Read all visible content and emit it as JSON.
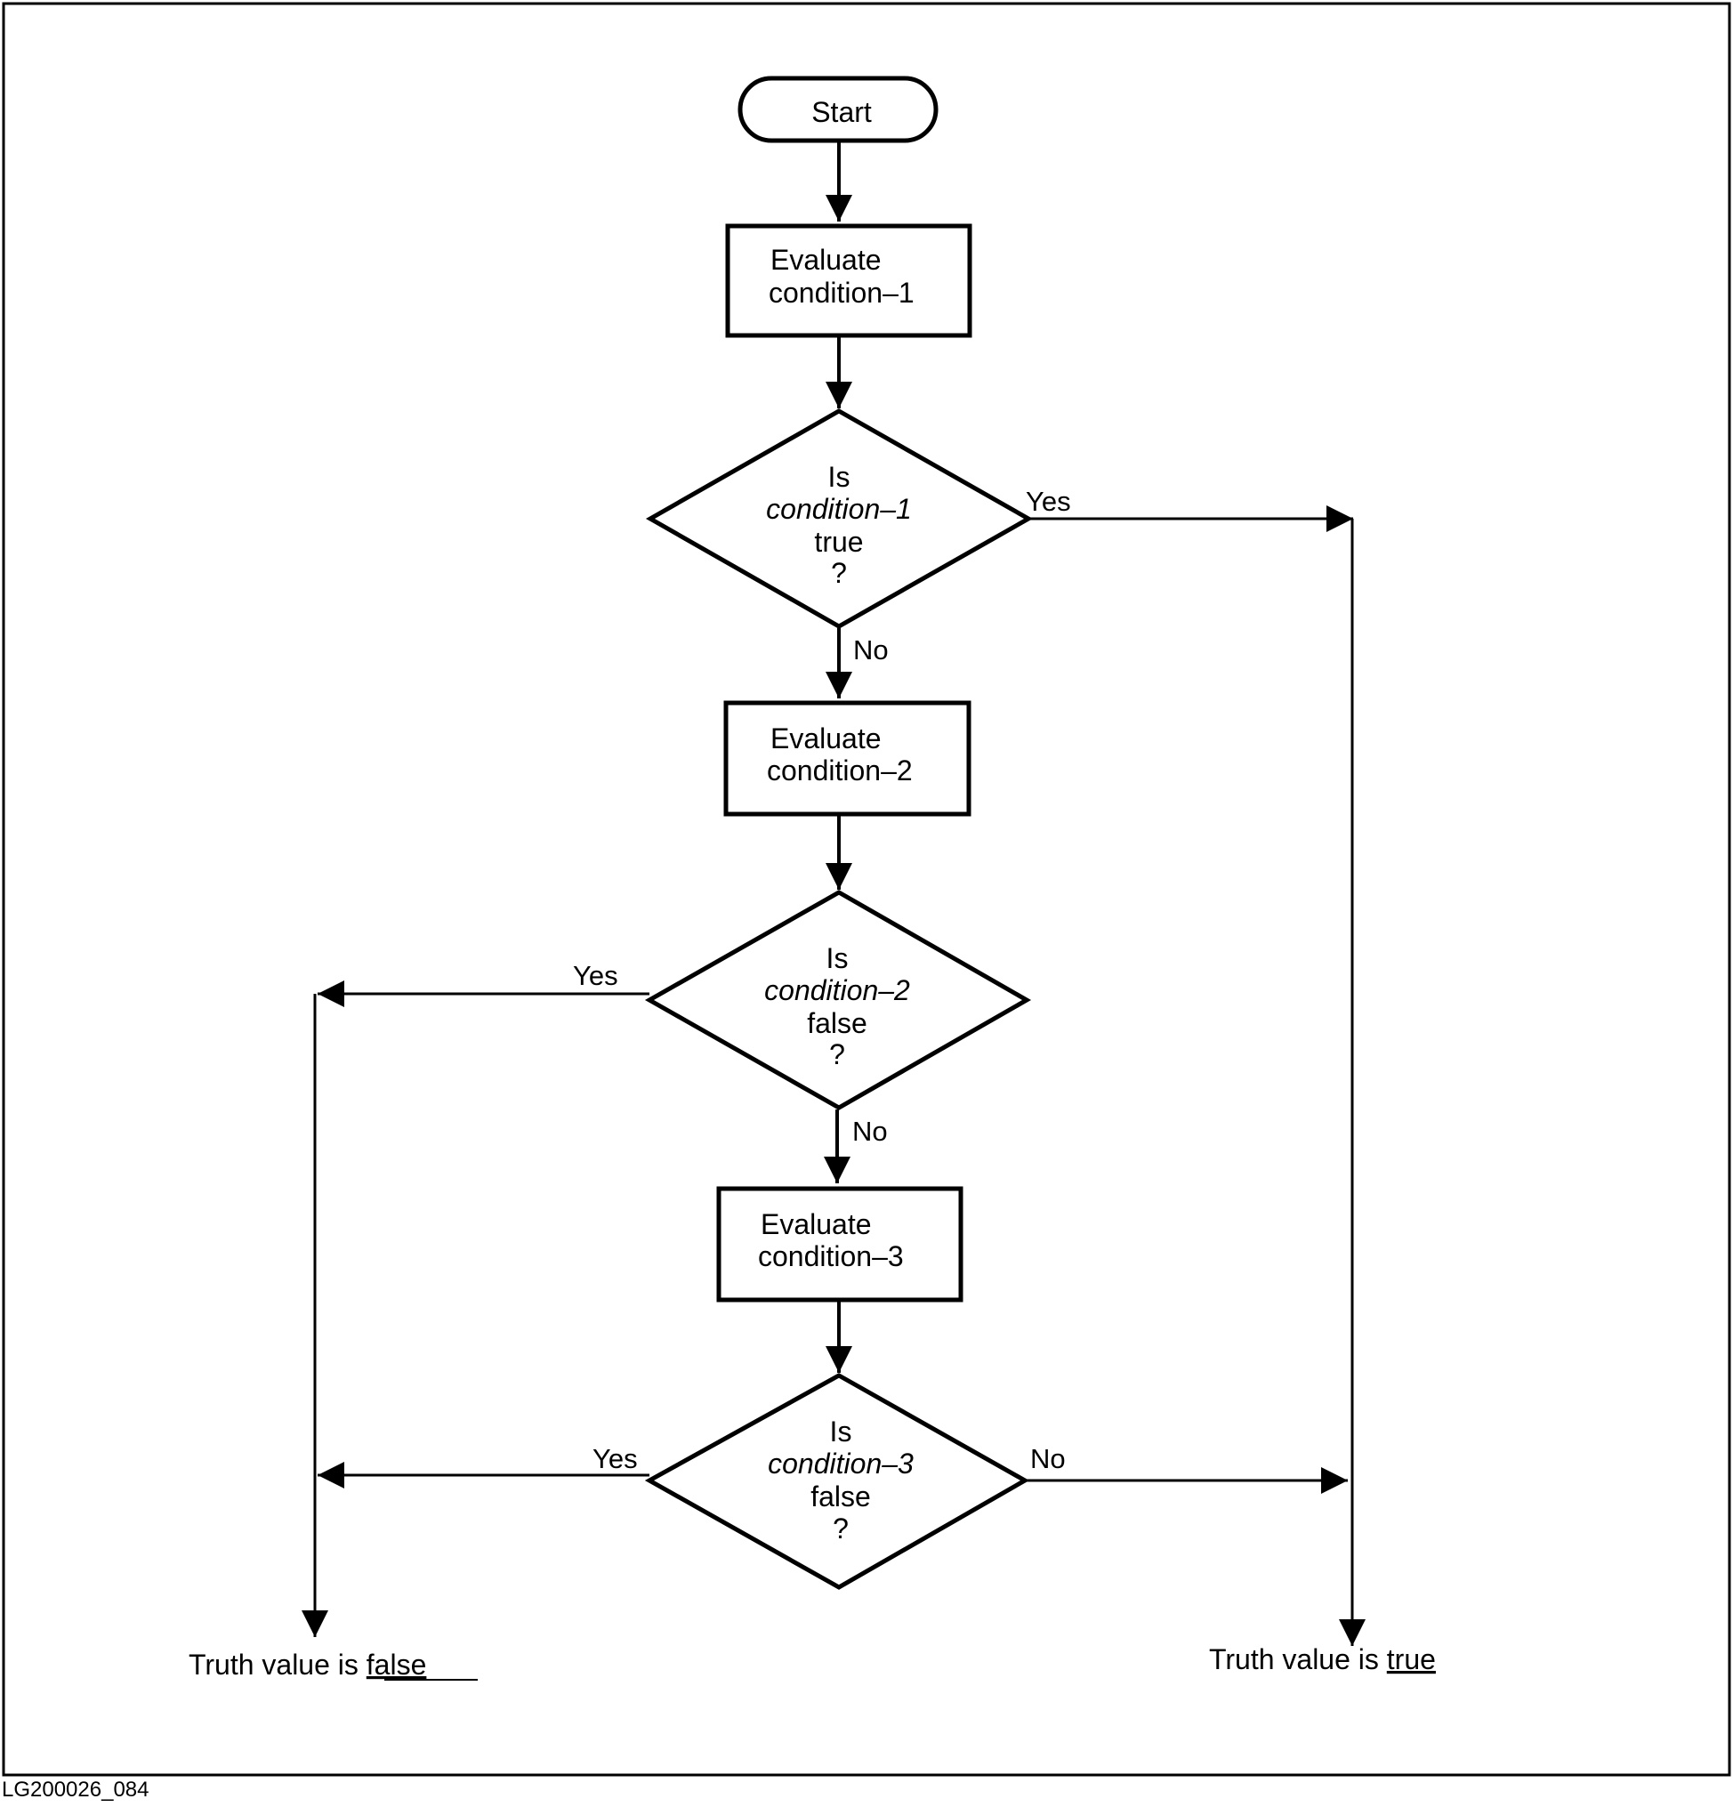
{
  "nodes": {
    "start": {
      "text": "Start"
    },
    "eval1": {
      "line1": "Evaluate",
      "line2": "condition–1"
    },
    "dec1": {
      "line1": "Is",
      "line2": "condition–1",
      "line3": "true",
      "line4": "?"
    },
    "eval2": {
      "line1": "Evaluate",
      "line2": "condition–2"
    },
    "dec2": {
      "line1": "Is",
      "line2": "condition–2",
      "line3": "false",
      "line4": "?"
    },
    "eval3": {
      "line1": "Evaluate",
      "line2": "condition–3"
    },
    "dec3": {
      "line1": "Is",
      "line2": "condition–3",
      "line3": "false",
      "line4": "?"
    }
  },
  "edges": {
    "dec1_yes": "Yes",
    "dec1_no": "No",
    "dec2_yes": "Yes",
    "dec2_no": "No",
    "dec3_yes": "Yes",
    "dec3_no": "No"
  },
  "outcomes": {
    "false_prefix": "Truth value is",
    "false_value": "false",
    "true_prefix": "Truth value is",
    "true_value": "true"
  },
  "footer": {
    "figure_id": "LG200026_084"
  }
}
